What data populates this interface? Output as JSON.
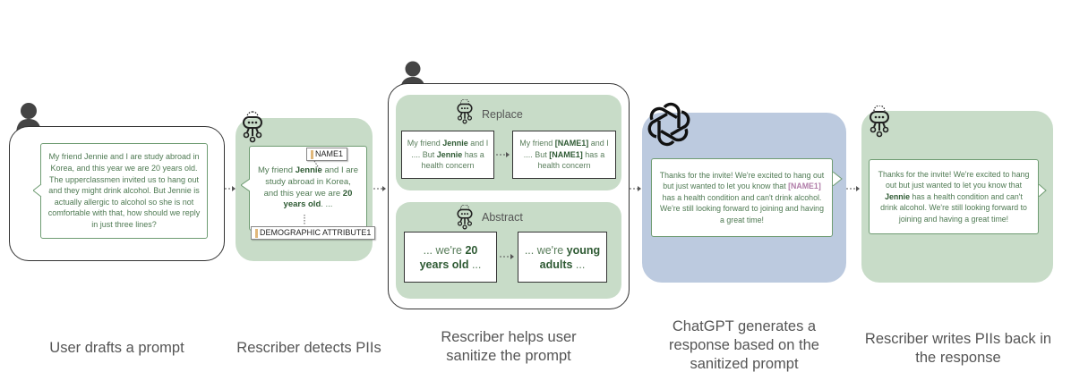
{
  "panels": {
    "user_draft": {
      "caption": "User drafts a prompt",
      "prompt": "My friend Jennie and I are study abroad in Korea, and this year we are 20 years old. The upperclassmen invited us to hang out and they might drink alcohol. But Jennie is actually allergic to alcohol so she is not comfortable with that, how should we reply in just three lines?"
    },
    "detect": {
      "caption": "Rescriber detects PIIs",
      "text_1": "My friend ",
      "name": "Jennie",
      "text_2": " and I are study abroad in Korea, and this year we are ",
      "age": "20 years old",
      "text_3": ". ...",
      "tag_name": "NAME1",
      "tag_demo": "DEMOGRAPHIC ATTRIBUTE1"
    },
    "sanitize": {
      "caption": "Rescriber helps user sanitize the prompt",
      "replace": {
        "label": "Replace",
        "before_1": "My friend ",
        "before_name": "Jennie",
        "before_2": " and I .... But ",
        "before_name2": "Jennie",
        "before_3": " has a health concern",
        "after_1": "My friend ",
        "after_name": "[NAME1]",
        "after_2": " and I .... But ",
        "after_name2": "[NAME1]",
        "after_3": " has a health concern"
      },
      "abstract": {
        "label": "Abstract",
        "before_1": "... we're ",
        "before_bold": "20 years old",
        "before_2": " ...",
        "after_1": "... we're ",
        "after_bold": "young adults",
        "after_2": " ..."
      }
    },
    "chatgpt": {
      "caption": "ChatGPT generates a response based on the sanitized prompt",
      "text_1": "Thanks for the invite! We're excited to hang out but just wanted to let you know that ",
      "name": "[NAME1]",
      "text_2": " has a health condition and can't drink alcohol. We're still looking forward to joining and having a great time!"
    },
    "writeback": {
      "caption": "Rescriber writes PIIs back in the response",
      "text_1": "Thanks for the invite! We're excited to hang out but just wanted to let you know that ",
      "name": "Jennie",
      "text_2": " has a health condition and can't drink alcohol. We're still looking forward to joining and having a great time!"
    }
  },
  "colors": {
    "green_panel": "#c8dcc8",
    "blue_panel": "#bccadf",
    "green_text": "#4f7a53",
    "name_highlight": "#b07ca8"
  },
  "icons": [
    "user-icon",
    "rescriber-robot-icon",
    "chatgpt-logo-icon"
  ]
}
